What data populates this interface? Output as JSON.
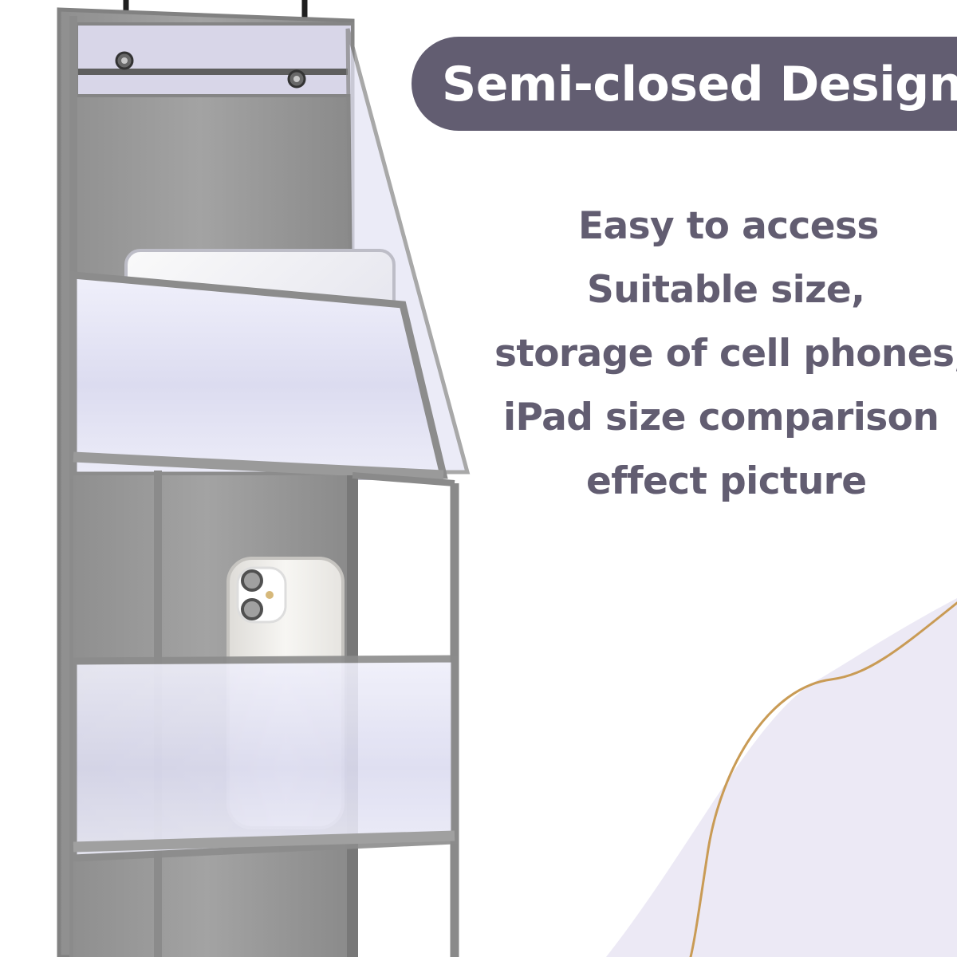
{
  "banner": {
    "title": "Semi-closed Design"
  },
  "copy": {
    "lines": [
      "Easy to access",
      "Suitable size,",
      "storage of cell phones,",
      "iPad size comparison",
      "effect picture"
    ]
  },
  "colors": {
    "banner_background": "#625d71",
    "banner_text": "#ffffff",
    "body_text": "#625d71",
    "decorative_wave": "#ece9f5",
    "accent_curve": "#c99b55",
    "organizer_gray": "#9b9b9b",
    "pocket_lavender": "#ddddf2"
  },
  "icons": {
    "phone_camera": "phone-camera-icon"
  }
}
